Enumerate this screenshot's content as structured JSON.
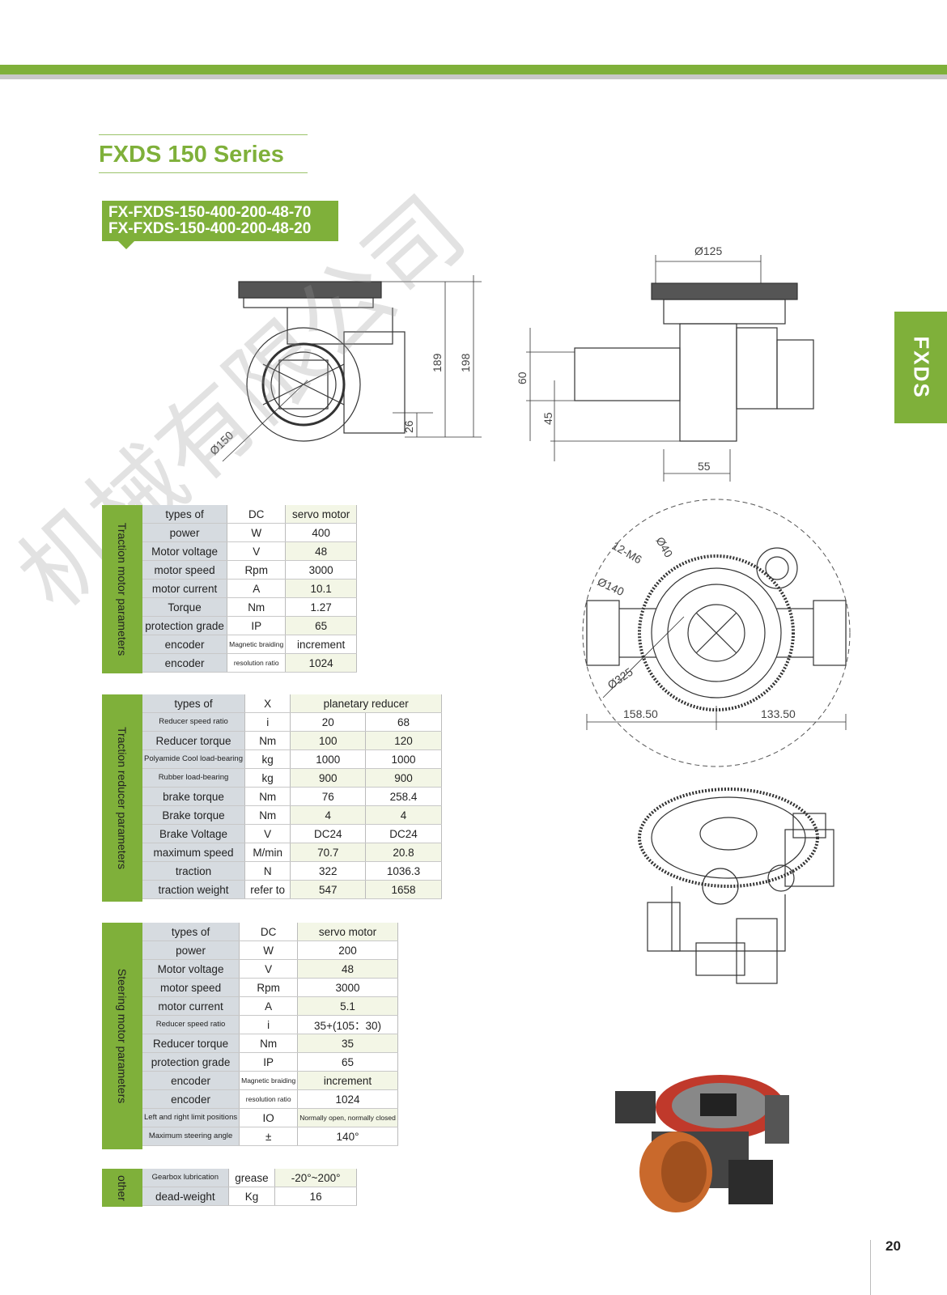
{
  "title": "FXDS 150 Series",
  "models": [
    "FX-FXDS-150-400-200-48-70",
    "FX-FXDS-150-400-200-48-20"
  ],
  "side_tab": "FXDS",
  "page_number": "20",
  "watermark": "机械有限公司",
  "dimensions": {
    "d150": "Ø150",
    "h189": "189",
    "h198": "198",
    "h26": "26",
    "d125": "Ø125",
    "h60": "60",
    "h45": "45",
    "w55": "55",
    "m6": "12-M6",
    "d40": "Ø40",
    "d140": "Ø140",
    "d325": "Ø325",
    "w158": "158.50",
    "w133": "133.50"
  },
  "traction_motor": {
    "label": "Traction motor parameters",
    "rows": [
      {
        "name": "types of",
        "unit": "DC",
        "value": "servo motor"
      },
      {
        "name": "power",
        "unit": "W",
        "value": "400"
      },
      {
        "name": "Motor voltage",
        "unit": "V",
        "value": "48"
      },
      {
        "name": "motor speed",
        "unit": "Rpm",
        "value": "3000"
      },
      {
        "name": "motor current",
        "unit": "A",
        "value": "10.1"
      },
      {
        "name": "Torque",
        "unit": "Nm",
        "value": "1.27"
      },
      {
        "name": "protection grade",
        "unit": "IP",
        "value": "65"
      },
      {
        "name": "encoder",
        "unit": "Magnetic braiding",
        "value": "increment"
      },
      {
        "name": "encoder",
        "unit": "resolution ratio",
        "value": "1024"
      }
    ]
  },
  "traction_reducer": {
    "label": "Traction reducer parameters",
    "rows": [
      {
        "name": "types of",
        "unit": "X",
        "v1": "planetary reducer",
        "v2": ""
      },
      {
        "name": "Reducer speed ratio",
        "unit": "i",
        "v1": "20",
        "v2": "68"
      },
      {
        "name": "Reducer torque",
        "unit": "Nm",
        "v1": "100",
        "v2": "120"
      },
      {
        "name": "Polyamide Cool load-bearing",
        "unit": "kg",
        "v1": "1000",
        "v2": "1000"
      },
      {
        "name": "Rubber load-bearing",
        "unit": "kg",
        "v1": "900",
        "v2": "900"
      },
      {
        "name": "brake torque",
        "unit": "Nm",
        "v1": "76",
        "v2": "258.4"
      },
      {
        "name": "Brake torque",
        "unit": "Nm",
        "v1": "4",
        "v2": "4"
      },
      {
        "name": "Brake Voltage",
        "unit": "V",
        "v1": "DC24",
        "v2": "DC24"
      },
      {
        "name": "maximum speed",
        "unit": "M/min",
        "v1": "70.7",
        "v2": "20.8"
      },
      {
        "name": "traction",
        "unit": "N",
        "v1": "322",
        "v2": "1036.3"
      },
      {
        "name": "traction weight",
        "unit": "refer to",
        "v1": "547",
        "v2": "1658"
      }
    ]
  },
  "steering_motor": {
    "label": "Steering motor parameters",
    "rows": [
      {
        "name": "types of",
        "unit": "DC",
        "value": "servo motor"
      },
      {
        "name": "power",
        "unit": "W",
        "value": "200"
      },
      {
        "name": "Motor voltage",
        "unit": "V",
        "value": "48"
      },
      {
        "name": "motor speed",
        "unit": "Rpm",
        "value": "3000"
      },
      {
        "name": "motor current",
        "unit": "A",
        "value": "5.1"
      },
      {
        "name": "Reducer speed ratio",
        "unit": "i",
        "value": "35+(105：30)"
      },
      {
        "name": "Reducer torque",
        "unit": "Nm",
        "value": "35"
      },
      {
        "name": "protection grade",
        "unit": "IP",
        "value": "65"
      },
      {
        "name": "encoder",
        "unit": "Magnetic braiding",
        "value": "increment"
      },
      {
        "name": "encoder",
        "unit": "resolution ratio",
        "value": "1024"
      },
      {
        "name": "Left and right limit positions",
        "unit": "IO",
        "value": "Normally open, normally closed"
      },
      {
        "name": "Maximum steering angle",
        "unit": "±",
        "value": "140°"
      }
    ]
  },
  "other": {
    "label": "other",
    "rows": [
      {
        "name": "Gearbox lubrication",
        "unit": "grease",
        "value": "-20°~200°"
      },
      {
        "name": "dead-weight",
        "unit": "Kg",
        "value": "16"
      }
    ]
  }
}
